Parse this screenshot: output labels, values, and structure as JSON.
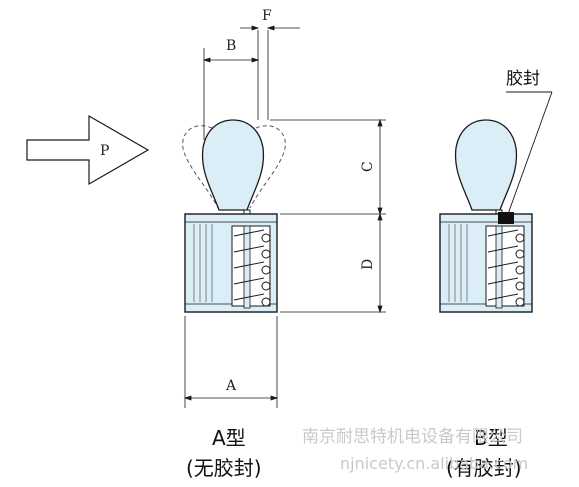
{
  "force_label": "P",
  "dimensions": {
    "a": "A",
    "b": "B",
    "c": "C",
    "d": "D",
    "f": "F"
  },
  "seal_label": "胶封",
  "type_a": {
    "name": "A型",
    "note": "(无胶封)"
  },
  "type_b": {
    "name": "B型",
    "note": "(有胶封)"
  },
  "watermark": {
    "company": "南京耐思特机电设备有限公司",
    "url": "njnicety.cn.alibaba.com"
  },
  "colors": {
    "knob_fill": "#dbeef8",
    "line": "#1a1a1a",
    "seal": "#111111"
  }
}
